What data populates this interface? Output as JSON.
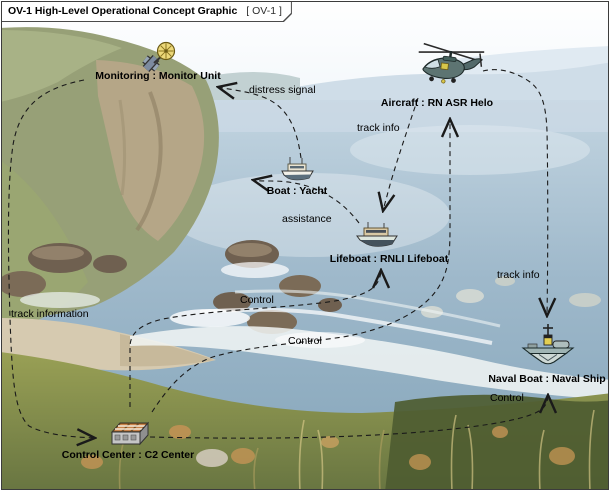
{
  "frame": {
    "title": "OV-1 High-Level Operational Concept Graphic",
    "version_tag": "[ OV-1 ]"
  },
  "nodes": {
    "monitor": {
      "label": "Monitoring : Monitor Unit",
      "icon": "satellite-icon"
    },
    "aircraft": {
      "label": "Aircraft : RN ASR Helo",
      "icon": "helicopter-icon"
    },
    "yacht": {
      "label": "Boat : Yacht",
      "icon": "yacht-icon"
    },
    "lifeboat": {
      "label": "Lifeboat : RNLI Lifeboat",
      "icon": "lifeboat-icon"
    },
    "naval": {
      "label": "Naval Boat : Naval Ship",
      "icon": "naval-ship-icon"
    },
    "c2": {
      "label": "Control Center : C2 Center",
      "icon": "bunker-building-icon"
    }
  },
  "edges": [
    {
      "id": "distress-signal",
      "label": "distress signal",
      "from": "Boat : Yacht",
      "to": "Monitoring : Monitor Unit"
    },
    {
      "id": "track-information",
      "label": "track information",
      "from": "Monitoring : Monitor Unit",
      "to": "Control Center : C2 Center"
    },
    {
      "id": "track-info-lifeboat",
      "label": "track info",
      "from": "Aircraft : RN ASR Helo",
      "to": "Lifeboat : RNLI Lifeboat"
    },
    {
      "id": "assistance",
      "label": "assistance",
      "from": "Lifeboat : RNLI Lifeboat",
      "to": "Boat : Yacht"
    },
    {
      "id": "control-lifeboat",
      "label": "Control",
      "from": "Control Center : C2 Center",
      "to": "Lifeboat : RNLI Lifeboat"
    },
    {
      "id": "control-helo",
      "label": "Control",
      "from": "Control Center : C2 Center",
      "to": "Aircraft : RN ASR Helo"
    },
    {
      "id": "control-naval",
      "label": "Control",
      "from": "Control Center : C2 Center",
      "to": "Naval Boat : Naval Ship"
    },
    {
      "id": "track-info-naval",
      "label": "track info",
      "from": "Aircraft : RN ASR Helo",
      "to": "Naval Boat : Naval Ship"
    }
  ],
  "style": {
    "connector_color": "#1a1a1a",
    "label_color": "#000000",
    "frame_border_color": "#3c3c3c"
  }
}
